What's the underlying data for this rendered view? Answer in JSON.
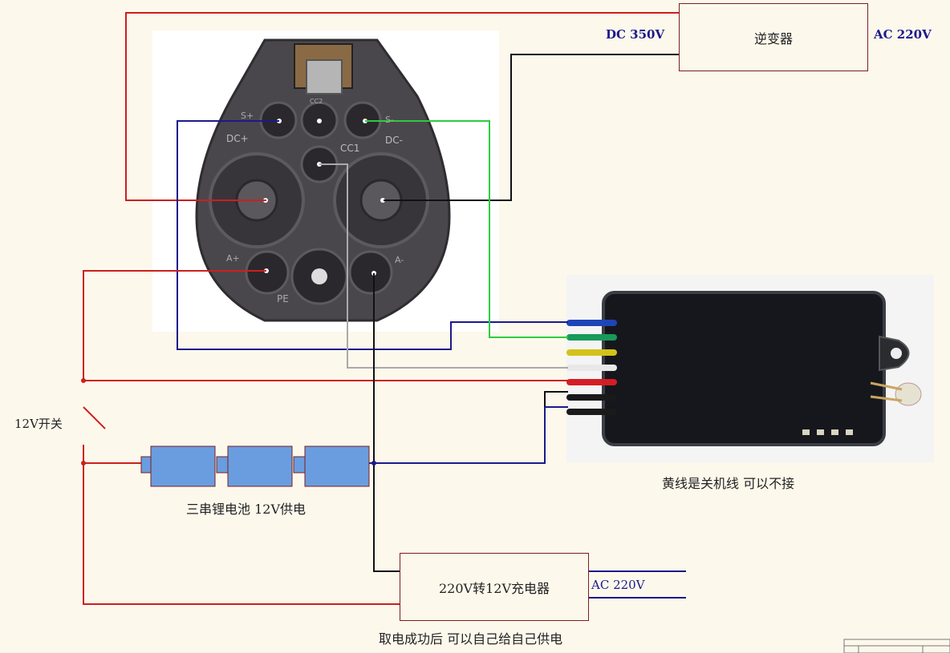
{
  "inverter": {
    "label": "逆变器",
    "input": "DC 350V",
    "output": "AC 220V"
  },
  "charger": {
    "label": "220V转12V充电器",
    "input": "AC 220V",
    "note": "取电成功后 可以自己给自己供电"
  },
  "switch": {
    "label": "12V开关"
  },
  "battery": {
    "label": "三串锂电池 12V供电"
  },
  "module": {
    "note": "黄线是关机线 可以不接"
  },
  "connector": {
    "pins": [
      "S+",
      "CC2",
      "S-",
      "DC+",
      "CC1",
      "DC-",
      "A+",
      "PE",
      "A-"
    ]
  },
  "colors": {
    "background": "#fdf8ec",
    "red": "#cc1f1f",
    "navy": "#1a1a8c",
    "green": "#2ecc40",
    "gray": "#aaaaaa",
    "black": "#111111",
    "battery_fill": "#6a9de0"
  }
}
